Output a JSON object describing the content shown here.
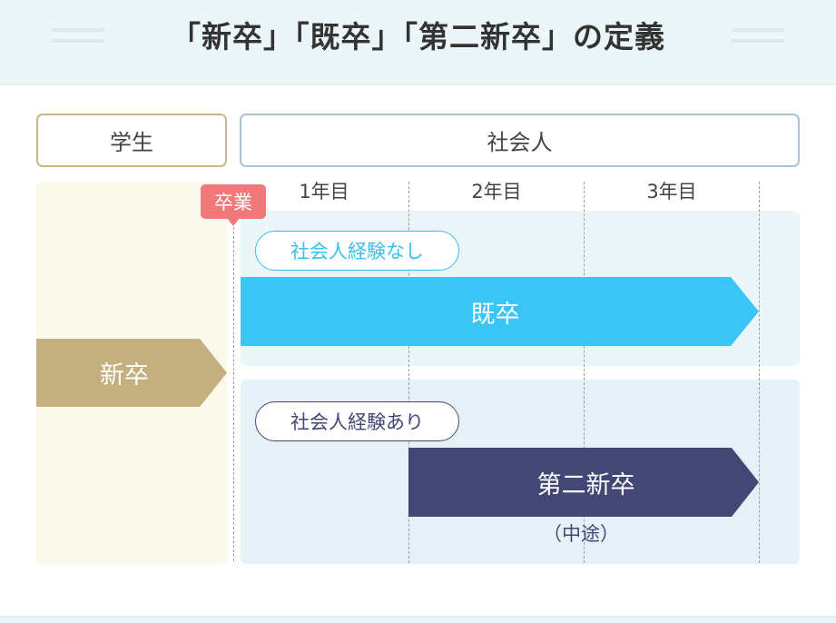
{
  "header": {
    "title": "「新卒」「既卒」「第二新卒」の定義"
  },
  "columns": {
    "student": "学生",
    "worker": "社会人"
  },
  "graduation_tag": "卒業",
  "years": [
    "1年目",
    "2年目",
    "3年目"
  ],
  "groups": [
    {
      "pill": "社会人経験なし",
      "bar": "既卒",
      "color": "#3bc5f5"
    },
    {
      "pill": "社会人経験あり",
      "bar": "第二新卒",
      "sub": "（中途）",
      "color": "#434774"
    }
  ],
  "student_bar": {
    "label": "新卒",
    "color": "#c3b07e"
  }
}
